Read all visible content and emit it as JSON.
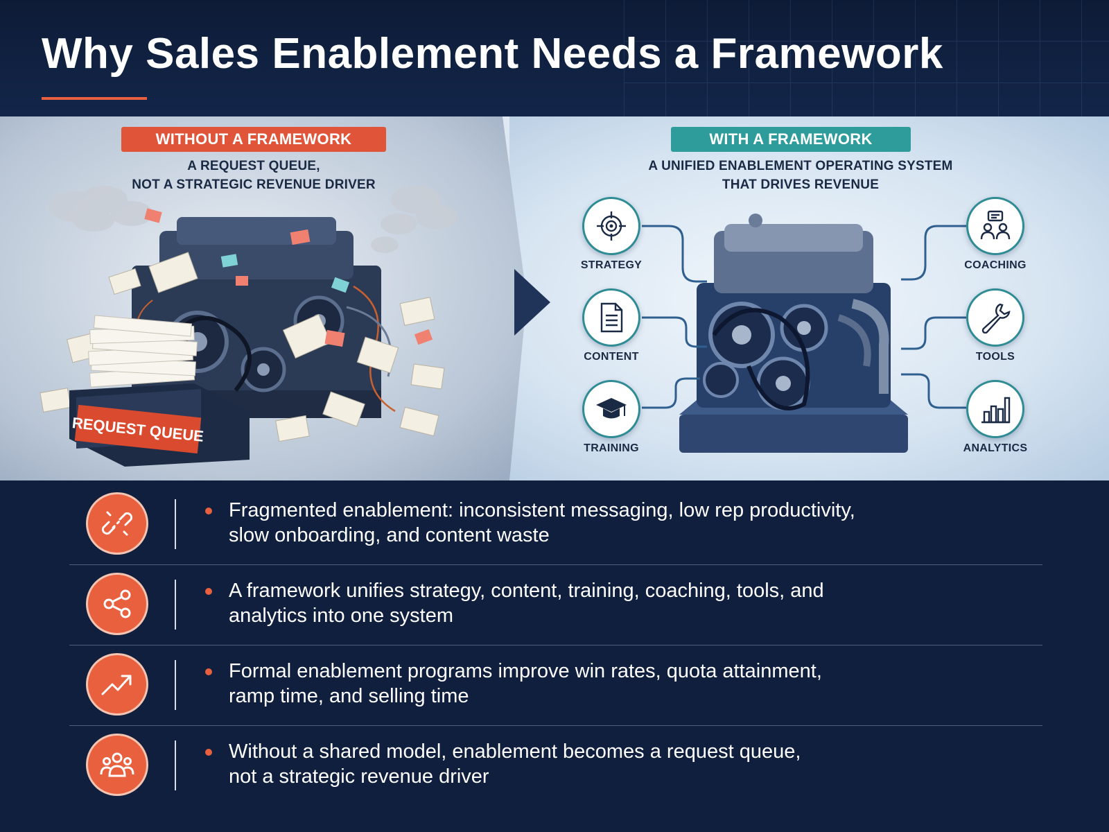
{
  "header": {
    "title": "Why Sales Enablement Needs a Framework"
  },
  "without": {
    "tag": "WITHOUT A FRAMEWORK",
    "caption_line1": "A REQUEST QUEUE,",
    "caption_line2": "NOT A STRATEGIC REVENUE DRIVER",
    "box_label": "REQUEST QUEUE"
  },
  "with": {
    "tag": "WITH A FRAMEWORK",
    "caption_line1": "A UNIFIED ENABLEMENT OPERATING SYSTEM",
    "caption_line2": "THAT DRIVES REVENUE",
    "pillars": [
      {
        "label": "STRATEGY",
        "icon": "target-icon"
      },
      {
        "label": "CONTENT",
        "icon": "document-icon"
      },
      {
        "label": "TRAINING",
        "icon": "graduation-cap-icon"
      },
      {
        "label": "COACHING",
        "icon": "people-chat-icon"
      },
      {
        "label": "TOOLS",
        "icon": "wrench-icon"
      },
      {
        "label": "ANALYTICS",
        "icon": "bar-chart-icon"
      }
    ]
  },
  "points": [
    {
      "icon": "broken-link-icon",
      "line1": "Fragmented enablement: inconsistent messaging, low rep productivity,",
      "line2": "slow onboarding, and content waste"
    },
    {
      "icon": "share-nodes-icon",
      "line1": "A framework unifies strategy, content, training, coaching, tools, and",
      "line2": "analytics into one system"
    },
    {
      "icon": "trend-up-icon",
      "line1": "Formal enablement programs improve win rates, quota attainment,",
      "line2": "ramp time, and selling time"
    },
    {
      "icon": "team-icon",
      "line1": "Without a shared model, enablement becomes a request queue,",
      "line2": "not a strategic revenue driver"
    }
  ],
  "colors": {
    "navy": "#0f1f3d",
    "accent_orange": "#e8603e",
    "tag_red": "#e0553a",
    "tag_teal": "#2f9c9c"
  }
}
